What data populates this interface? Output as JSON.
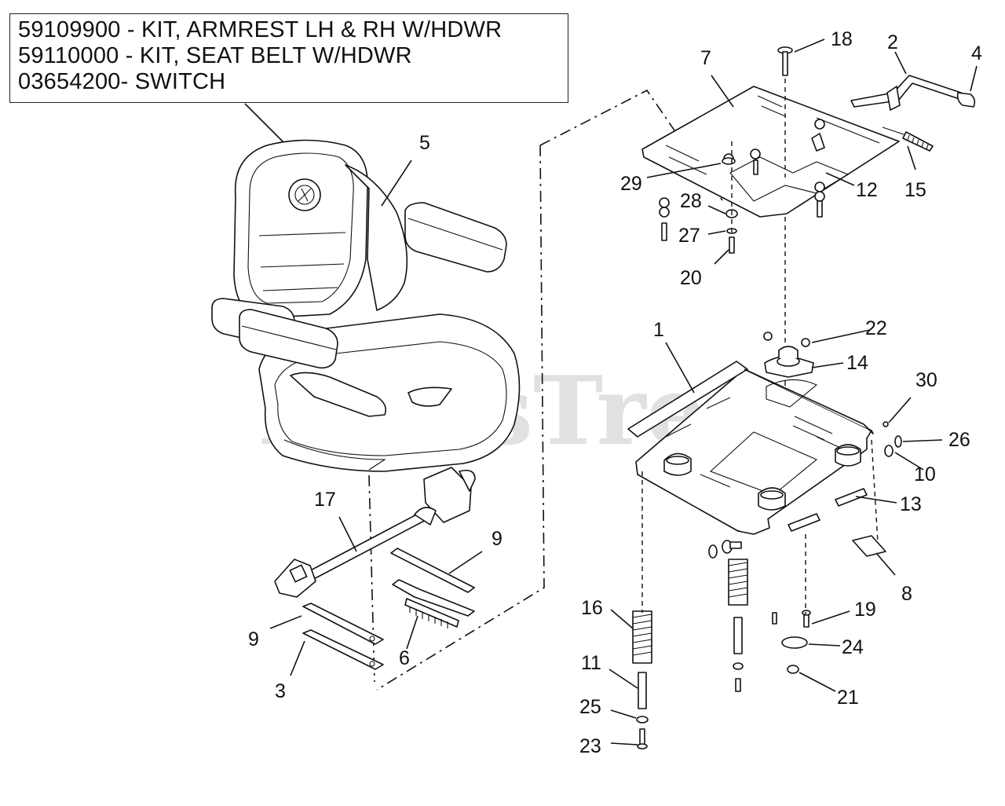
{
  "kit_box": {
    "lines": [
      "59109900 - KIT, ARMREST LH & RH W/HDWR",
      "59110000 - KIT, SEAT BELT W/HDWR",
      "03654200- SWITCH"
    ]
  },
  "watermark": {
    "text": "PartsTree",
    "mark": "TM"
  },
  "callouts": {
    "c1": "1",
    "c2": "2",
    "c3": "3",
    "c4": "4",
    "c5": "5",
    "c6": "6",
    "c7": "7",
    "c8": "8",
    "c9a": "9",
    "c9b": "9",
    "c10": "10",
    "c11": "11",
    "c12": "12",
    "c13": "13",
    "c14": "14",
    "c15": "15",
    "c16": "16",
    "c17": "17",
    "c18": "18",
    "c19": "19",
    "c20": "20",
    "c21": "21",
    "c22": "22",
    "c23": "23",
    "c24": "24",
    "c25": "25",
    "c26": "26",
    "c27": "27",
    "c28": "28",
    "c29": "29",
    "c30": "30"
  }
}
